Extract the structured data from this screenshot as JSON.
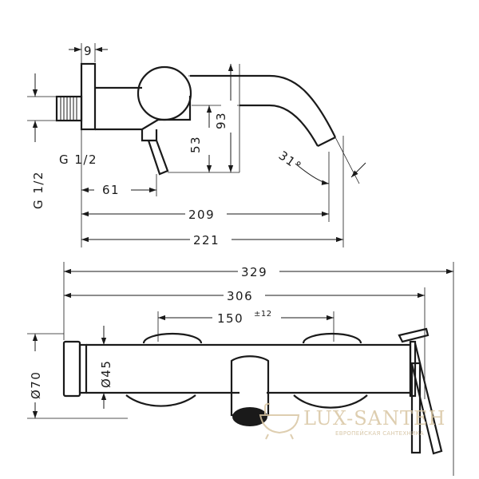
{
  "top_view": {
    "dim_wall_offset": "9",
    "dim_thread_left": "G 1/2",
    "dim_thread_lower": "G 1/2",
    "dim_handle_offset": "61",
    "dim_spout_height": "53",
    "dim_body_height": "93",
    "dim_angle": "31°",
    "dim_length_209": "209",
    "dim_length_221": "221"
  },
  "front_view": {
    "dim_overall_329": "329",
    "dim_overall_306": "306",
    "dim_centers": "150",
    "dim_centers_tolerance": "±12",
    "dim_rosette_diameter": "Ø70",
    "dim_body_diameter": "Ø45"
  },
  "watermark": {
    "brand": "LUX-SANTEH",
    "tagline": "ЕВРОПЕЙСКАЯ САНТЕХНИКА",
    "color": "#d9c6a3"
  }
}
